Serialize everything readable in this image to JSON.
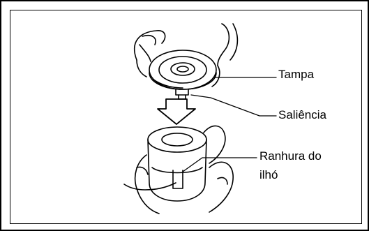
{
  "labels": {
    "tampa": "Tampa",
    "saliencia": "Saliência",
    "ranhura_line1": "Ranhura do",
    "ranhura_line2": "ilhó"
  },
  "colors": {
    "ink": "#000000",
    "background": "#ffffff"
  },
  "icons": {
    "arrow": "down-arrow"
  }
}
